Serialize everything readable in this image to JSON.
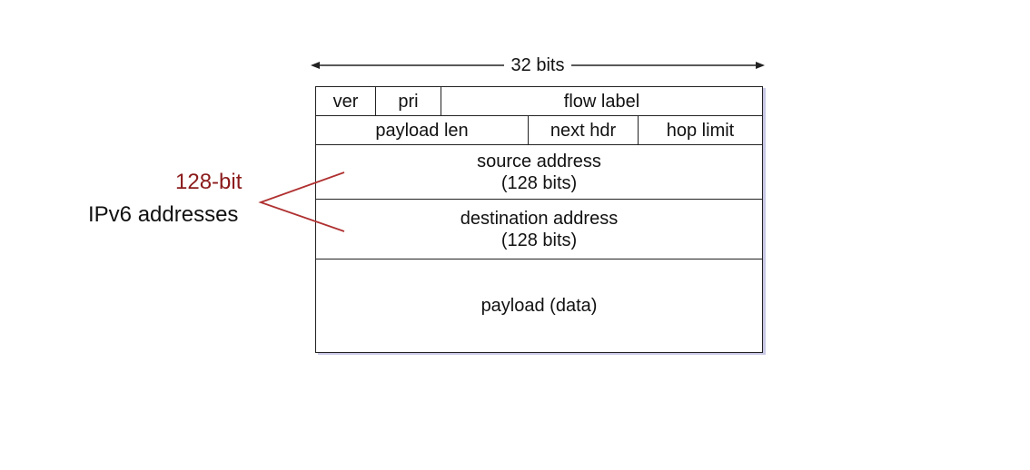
{
  "header_width_label": "32 bits",
  "rows": {
    "row1": {
      "ver": "ver",
      "pri": "pri",
      "flow_label": "flow label"
    },
    "row2": {
      "payload_len": "payload len",
      "next_hdr": "next hdr",
      "hop_limit": "hop limit"
    },
    "source": {
      "line1": "source address",
      "line2": "(128 bits)"
    },
    "destination": {
      "line1": "destination address",
      "line2": "(128 bits)"
    },
    "payload": {
      "label": "payload (data)"
    }
  },
  "annotation": {
    "highlight": "128-bit",
    "text": "IPv6 addresses",
    "highlight_color": "#8b1a1a",
    "brace_color": "#b03030"
  }
}
